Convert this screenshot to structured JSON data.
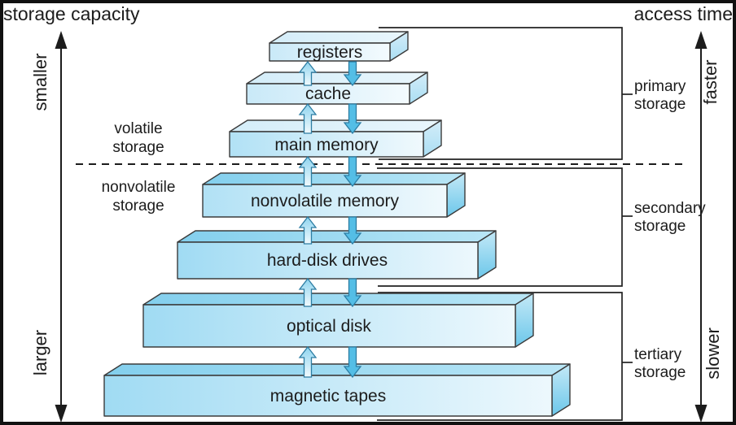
{
  "titles": {
    "left": "storage capacity",
    "right": "access time"
  },
  "axis_labels": {
    "capacity_top": "smaller",
    "capacity_bottom": "larger",
    "access_top": "faster",
    "access_bottom": "slower"
  },
  "region_labels": {
    "volatile_line1": "volatile",
    "volatile_line2": "storage",
    "nonvolatile_line1": "nonvolatile",
    "nonvolatile_line2": "storage"
  },
  "layers": [
    {
      "label": "registers"
    },
    {
      "label": "cache"
    },
    {
      "label": "main memory"
    },
    {
      "label": "nonvolatile memory"
    },
    {
      "label": "hard-disk drives"
    },
    {
      "label": "optical disk"
    },
    {
      "label": "magnetic tapes"
    }
  ],
  "groups": [
    {
      "line1": "primary",
      "line2": "storage"
    },
    {
      "line1": "secondary",
      "line2": "storage"
    },
    {
      "line1": "tertiary",
      "line2": "storage"
    }
  ],
  "colors": {
    "arrow_down": "#54bee6",
    "arrow_outline": "#2d7da3",
    "box_outline": "#3b3b3b",
    "frame": "#111111",
    "face_light": "#c9e9f8",
    "face_deep": "#a3dcf3"
  }
}
